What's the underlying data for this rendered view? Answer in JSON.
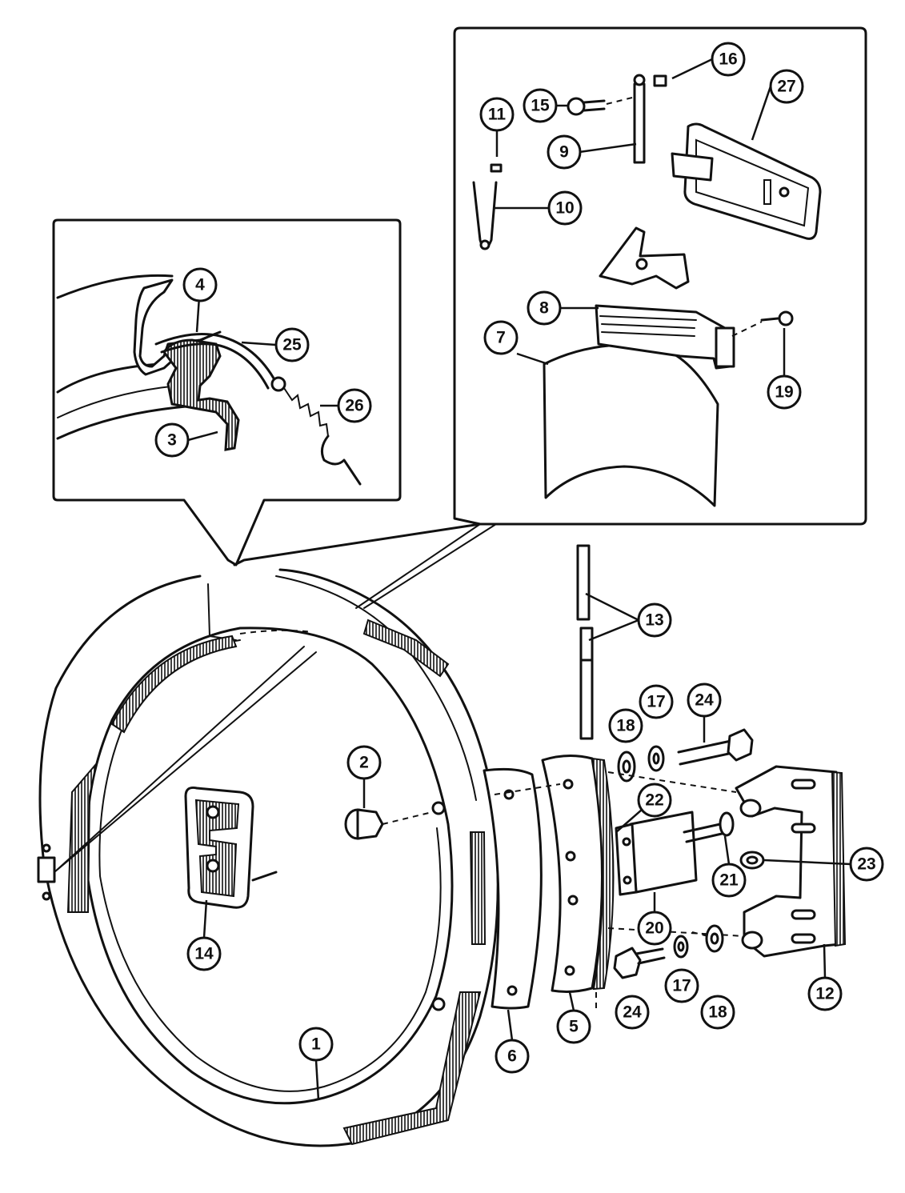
{
  "callouts": [
    "1",
    "2",
    "3",
    "4",
    "5",
    "6",
    "7",
    "8",
    "9",
    "10",
    "11",
    "12",
    "13",
    "14",
    "15",
    "16",
    "17",
    "17",
    "18",
    "18",
    "19",
    "20",
    "21",
    "22",
    "23",
    "24",
    "24",
    "25",
    "26",
    "27"
  ]
}
